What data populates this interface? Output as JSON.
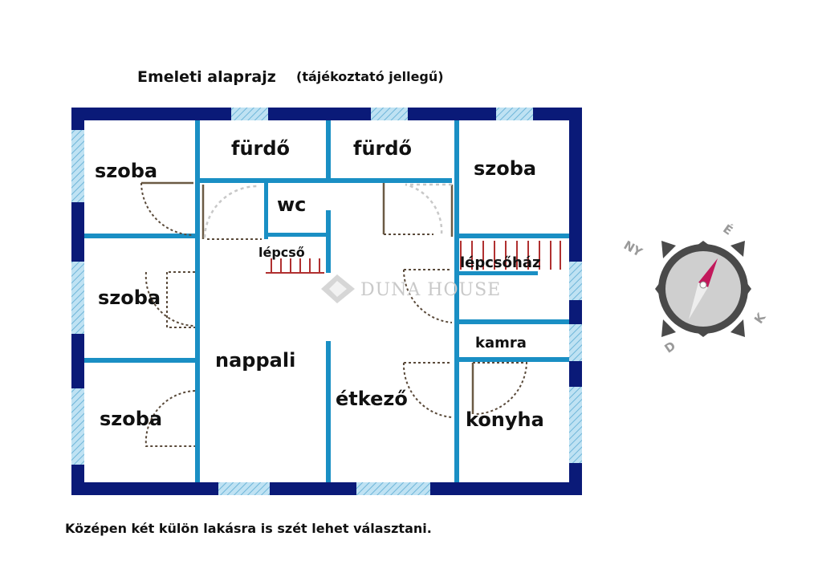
{
  "title": {
    "main": "Emeleti alaprajz",
    "sub": "(tájékoztató jellegű)"
  },
  "rooms": {
    "szoba_top_left": "szoba",
    "furdo_1": "fürdő",
    "furdo_2": "fürdő",
    "szoba_top_right": "szoba",
    "wc": "wc",
    "lepcso": "lépcső",
    "lepcsohaz": "lépcsőház",
    "szoba_mid_left": "szoba",
    "szoba_bottom_left": "szoba",
    "nappali": "nappali",
    "etkezo": "étkező",
    "kamra": "kamra",
    "konyha": "konyha"
  },
  "watermark": "DUNA HOUSE",
  "compass": {
    "north": "É",
    "northwest": "NY",
    "east": "K",
    "south": "D"
  },
  "footer": "Középen két külön lakásra is szét lehet választani.",
  "colors": {
    "outer_wall": "#0a1a78",
    "inner_wall": "#1a8fc4",
    "window": "#8ec8e6",
    "stair": "#b03030",
    "compass_ring": "#4a4a4a",
    "needle_red": "#c2185b"
  }
}
